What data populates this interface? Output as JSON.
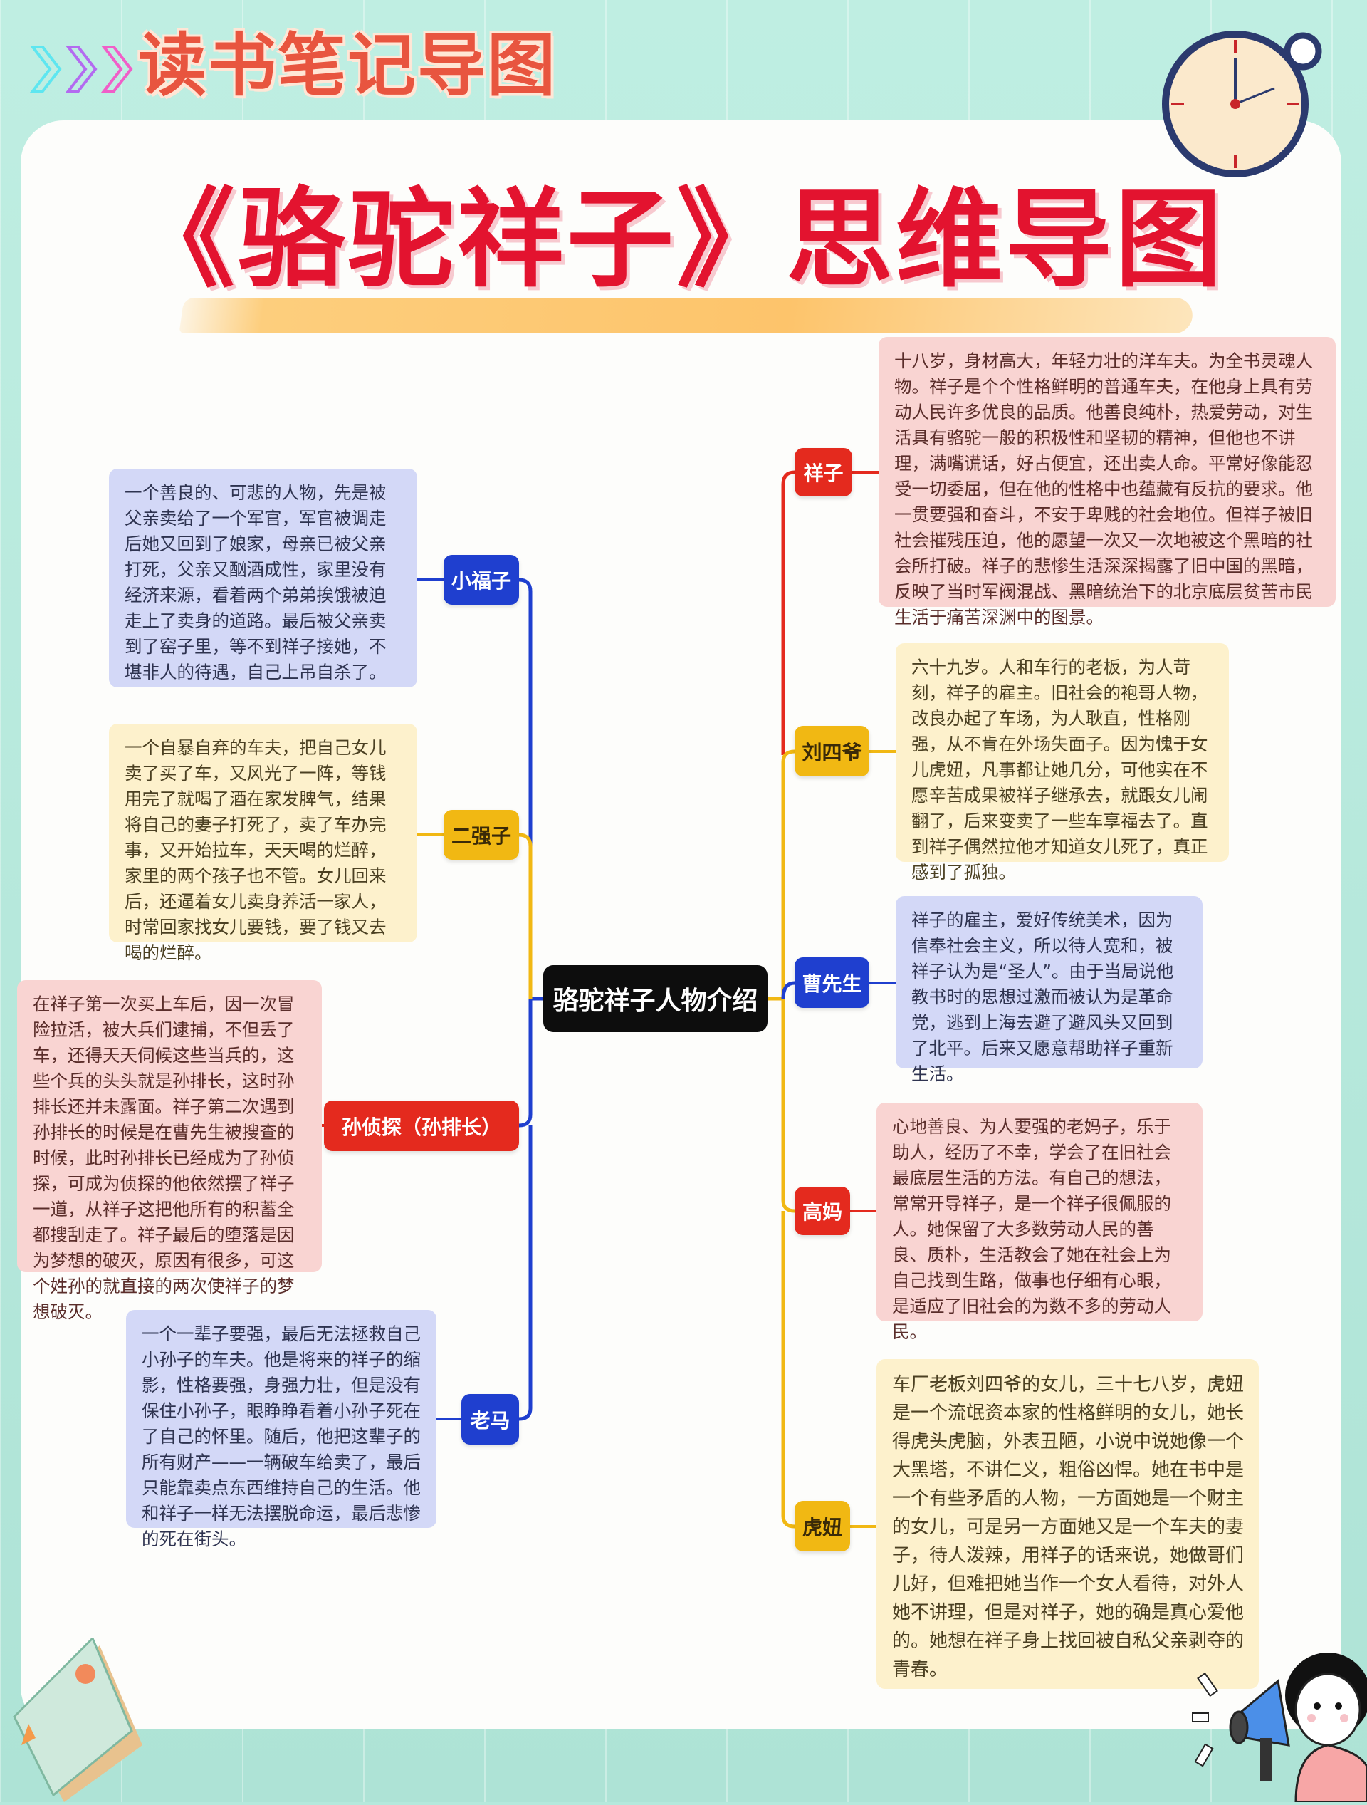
{
  "header": {
    "title": "读书笔记导图",
    "chevron_colors": [
      "#5ee6f0",
      "#b36bf0",
      "#f05ec8"
    ]
  },
  "main_title": "《骆驼祥子》思维导图",
  "colors": {
    "red": "#e42a1e",
    "blue": "#1f3fcf",
    "yellow": "#f1b813",
    "title_red": "#e3132f",
    "header_orange": "#e8553f",
    "background": "#b5e8dc"
  },
  "mindmap": {
    "center": "骆驼祥子人物介绍",
    "right_branches": [
      {
        "name": "祥子",
        "color": "red",
        "description": "十八岁，身材高大，年轻力壮的洋车夫。为全书灵魂人物。祥子是个个性格鲜明的普通车夫，在他身上具有劳动人民许多优良的品质。他善良纯朴，热爱劳动，对生活具有骆驼一般的积极性和坚韧的精神，但他也不讲理，满嘴谎话，好占便宜，还出卖人命。平常好像能忍受一切委屈，但在他的性格中也蕴藏有反抗的要求。他一贯要强和奋斗，不安于卑贱的社会地位。但祥子被旧社会摧残压迫，他的愿望一次又一次地被这个黑暗的社会所打破。祥子的悲惨生活深深揭露了旧中国的黑暗，反映了当时军阀混战、黑暗统治下的北京底层贫苦市民生活于痛苦深渊中的图景。"
      },
      {
        "name": "刘四爷",
        "color": "yellow",
        "description": "六十九岁。人和车行的老板，为人苛刻，祥子的雇主。旧社会的袍哥人物，改良办起了车场，为人耿直，性格刚强，从不肯在外场失面子。因为愧于女儿虎妞，凡事都让她几分，可他实在不愿辛苦成果被祥子继承去，就跟女儿闹翻了，后来变卖了一些车享福去了。直到祥子偶然拉他才知道女儿死了，真正感到了孤独。"
      },
      {
        "name": "曹先生",
        "color": "blue",
        "description": "祥子的雇主，爱好传统美术，因为信奉社会主义，所以待人宽和，被祥子认为是“圣人”。由于当局说他教书时的思想过激而被认为是革命党，逃到上海去避了避风头又回到了北平。后来又愿意帮助祥子重新生活。"
      },
      {
        "name": "高妈",
        "color": "red",
        "description": "心地善良、为人要强的老妈子，乐于助人，经历了不幸，学会了在旧社会最底层生活的方法。有自己的想法，常常开导祥子，是一个祥子很佩服的人。她保留了大多数劳动人民的善良、质朴，生活教会了她在社会上为自己找到生路，做事也仔细有心眼，是适应了旧社会的为数不多的劳动人民。"
      },
      {
        "name": "虎妞",
        "color": "yellow",
        "description": "车厂老板刘四爷的女儿，三十七八岁，虎妞是一个流氓资本家的性格鲜明的女儿，她长得虎头虎脑，外表丑陋，小说中说她像一个大黑塔，不讲仁义，粗俗凶悍。她在书中是一个有些矛盾的人物，一方面她是一个财主的女儿，可是另一方面她又是一个车夫的妻子，待人泼辣，用祥子的话来说，她做哥们儿好，但难把她当作一个女人看待，对外人她不讲理，但是对祥子，她的确是真心爱他的。她想在祥子身上找回被自私父亲剥夺的青春。"
      }
    ],
    "left_branches": [
      {
        "name": "小福子",
        "color": "blue",
        "description": "一个善良的、可悲的人物，先是被父亲卖给了一个军官，军官被调走后她又回到了娘家，母亲已被父亲打死，父亲又酗酒成性，家里没有经济来源，看着两个弟弟挨饿被迫走上了卖身的道路。最后被父亲卖到了窑子里，等不到祥子接她，不堪非人的待遇，自己上吊自杀了。"
      },
      {
        "name": "二强子",
        "color": "yellow",
        "description": "一个自暴自弃的车夫，把自己女儿卖了买了车，又风光了一阵，等钱用完了就喝了酒在家发脾气，结果将自己的妻子打死了，卖了车办完事，又开始拉车，天天喝的烂醉，家里的两个孩子也不管。女儿回来后，还逼着女儿卖身养活一家人，时常回家找女儿要钱，要了钱又去喝的烂醉。"
      },
      {
        "name": "孙侦探（孙排长）",
        "color": "red",
        "description": "在祥子第一次买上车后，因一次冒险拉活，被大兵们逮捕，不但丢了车，还得天天伺候这些当兵的，这些个兵的头头就是孙排长，这时孙排长还并未露面。祥子第二次遇到孙排长的时候是在曹先生被搜查的时候，此时孙排长已经成为了孙侦探，可成为侦探的他依然摆了祥子一道，从祥子这把他所有的积蓄全都搜刮走了。祥子最后的堕落是因为梦想的破灭，原因有很多，可这个姓孙的就直接的两次使祥子的梦想破灭。"
      },
      {
        "name": "老马",
        "color": "blue",
        "description": "一个一辈子要强，最后无法拯救自己小孙子的车夫。他是将来的祥子的缩影，性格要强，身强力壮，但是没有保住小孙子，眼睁睁看着小孙子死在了自己的怀里。随后，他把这辈子的所有财产——一辆破车给卖了，最后只能靠卖点东西维持自己的生活。他和祥子一样无法摆脱命运，最后悲惨的死在街头。"
      }
    ]
  },
  "decorations": {
    "top_right": "alarm-clock-icon",
    "bottom_left": "book-icon",
    "bottom_right": "girl-with-megaphone-illustration"
  }
}
